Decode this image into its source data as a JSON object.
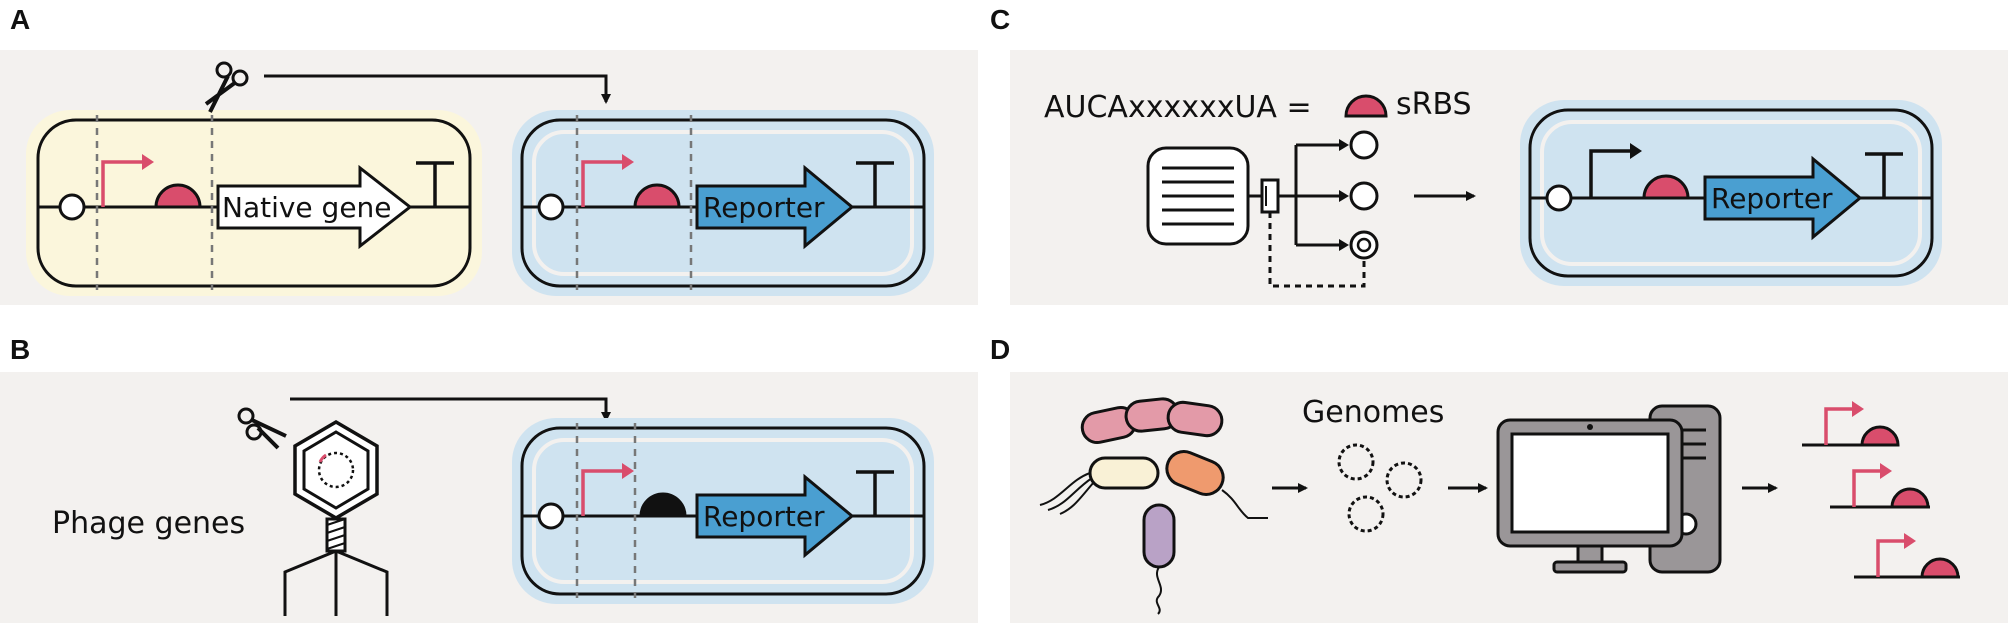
{
  "colors": {
    "panel_bg": "#f3f1ef",
    "yellow_cell": "#fbf6dc",
    "blue_cell": "#cfe3f0",
    "promoter_pink": "#d94d6c",
    "rbs_pink": "#d94d6c",
    "reporter_blue": "#4a9fd1",
    "phage_rbs": "#111111",
    "monitor_grey": "#9a9698"
  },
  "icons": [
    "scissors-icon",
    "phage-icon",
    "server-icon",
    "computer-icon",
    "bacteria-icon",
    "genome-icon"
  ],
  "panels": {
    "a": {
      "label": "A",
      "native_gene": "Native gene",
      "reporter": "Reporter"
    },
    "b": {
      "label": "B",
      "phage_genes": "Phage genes",
      "reporter": "Reporter"
    },
    "c": {
      "label": "C",
      "sequence": "AUCAxxxxxxUA =",
      "srbs": "sRBS",
      "reporter": "Reporter"
    },
    "d": {
      "label": "D",
      "genomes": "Genomes"
    }
  }
}
